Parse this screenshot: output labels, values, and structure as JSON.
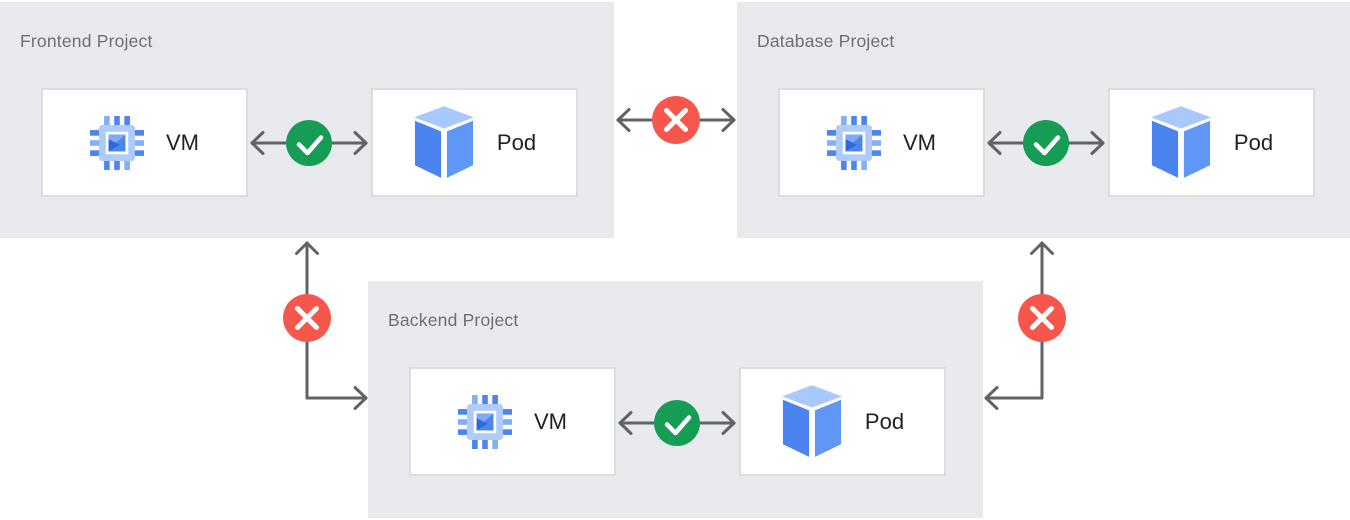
{
  "projects": [
    {
      "title": "Frontend Project",
      "nodes": [
        {
          "label": "VM"
        },
        {
          "label": "Pod"
        }
      ],
      "internal_connection": "allowed"
    },
    {
      "title": "Database Project",
      "nodes": [
        {
          "label": "VM"
        },
        {
          "label": "Pod"
        }
      ],
      "internal_connection": "allowed"
    },
    {
      "title": "Backend Project",
      "nodes": [
        {
          "label": "VM"
        },
        {
          "label": "Pod"
        }
      ],
      "internal_connection": "allowed"
    }
  ],
  "connections": [
    {
      "from": "Frontend Project",
      "to": "Database Project",
      "status": "blocked"
    },
    {
      "from": "Frontend Project",
      "to": "Backend Project",
      "status": "blocked"
    },
    {
      "from": "Database Project",
      "to": "Backend Project",
      "status": "blocked"
    },
    {
      "within": "Frontend Project",
      "from": "VM",
      "to": "Pod",
      "status": "allowed"
    },
    {
      "within": "Database Project",
      "from": "VM",
      "to": "Pod",
      "status": "allowed"
    },
    {
      "within": "Backend Project",
      "from": "VM",
      "to": "Pod",
      "status": "allowed"
    }
  ],
  "colors": {
    "panel_background": "#e8eaed",
    "node_background": "#ffffff",
    "node_border": "#dadce0",
    "arrow": "#5f6368",
    "allowed_badge": "#169c54",
    "blocked_badge": "#f6574c",
    "title_text": "#6c7075",
    "node_text": "#202124",
    "icon_blue": "#4d85f0",
    "icon_blue_light": "#aecbfa"
  }
}
